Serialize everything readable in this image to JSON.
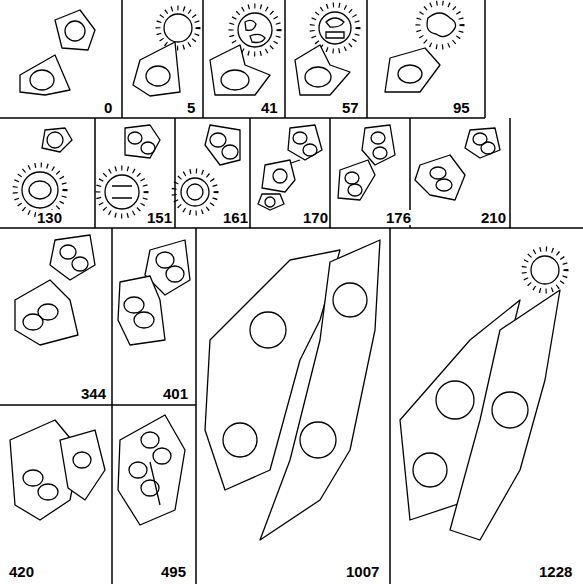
{
  "diagram": {
    "labels": [
      "0",
      "5",
      "41",
      "57",
      "95",
      "130",
      "151",
      "161",
      "170",
      "176",
      "210",
      "344",
      "401",
      "420",
      "495",
      "1007",
      "1228"
    ]
  }
}
